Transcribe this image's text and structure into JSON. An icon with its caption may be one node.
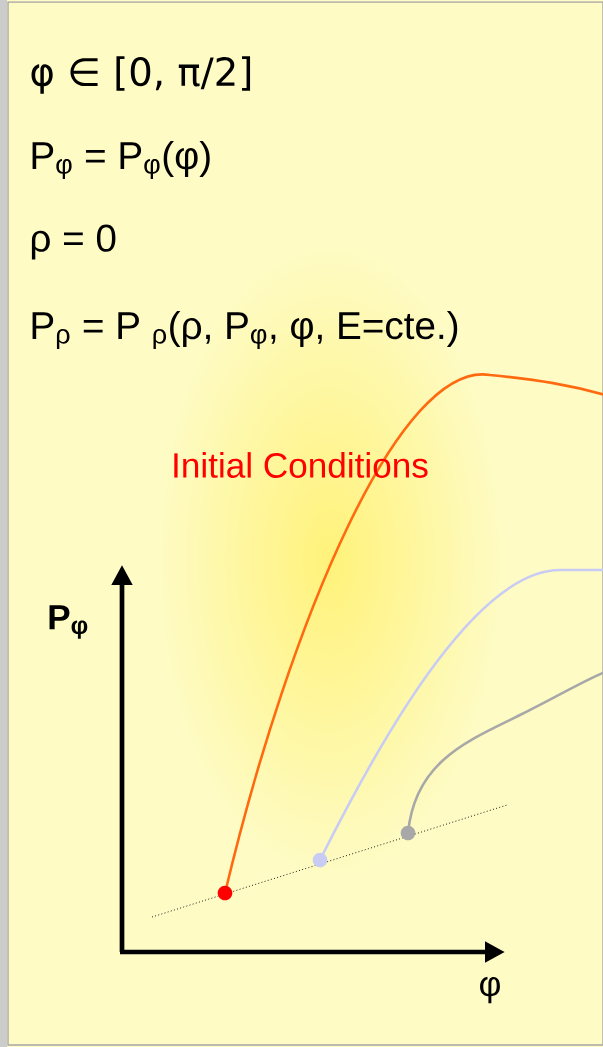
{
  "diagram": {
    "labels": [
      "φ ∈ [0, π/2]",
      "P$_{φ}$ =  P$_{φ}$(φ)",
      "ρ = 0",
      "P$_{ρ}$ = P $_{ρ}$(ρ, P$_{φ}$, φ, E=cte.)",
      "Initial Conditions",
      "P$_{φ}$",
      "φ"
    ]
  }
}
